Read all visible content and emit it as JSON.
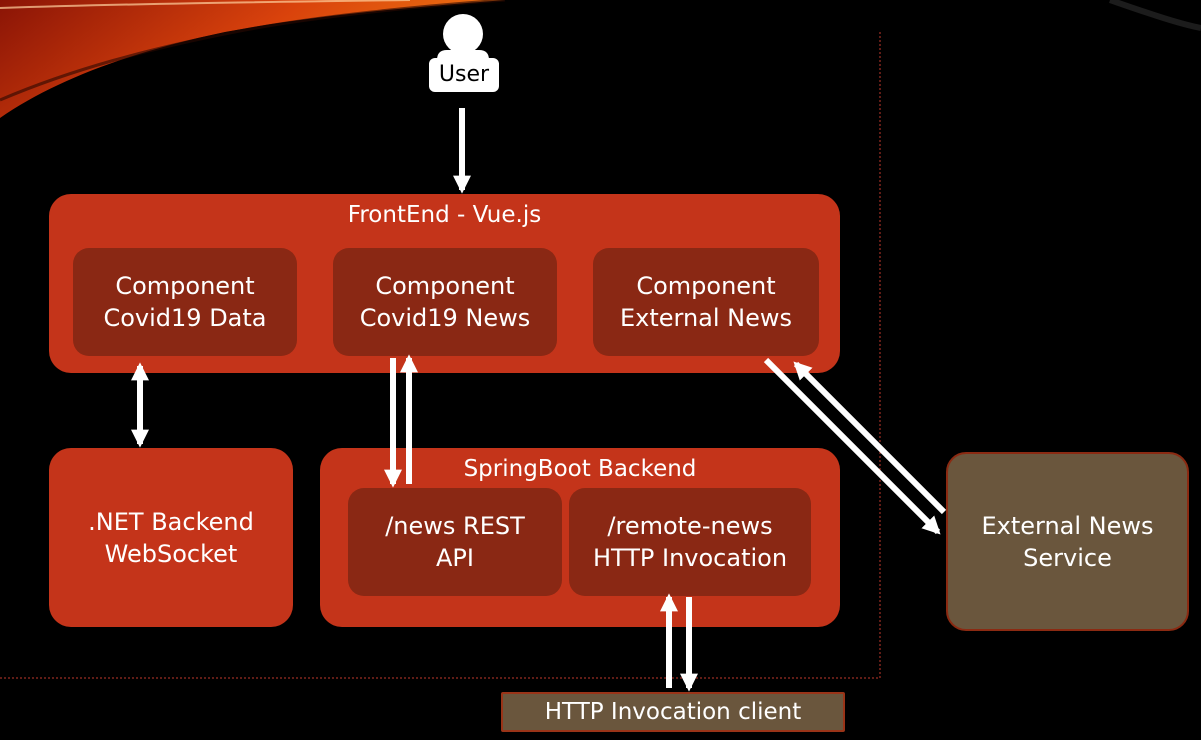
{
  "user": {
    "label": "User"
  },
  "frontend": {
    "title": "FrontEnd - Vue.js",
    "components": [
      {
        "lines": [
          "Component",
          "Covid19 Data"
        ]
      },
      {
        "lines": [
          "Component",
          "Covid19 News"
        ]
      },
      {
        "lines": [
          "Component",
          "External News"
        ]
      }
    ]
  },
  "dotnet_backend": {
    "lines": [
      ".NET Backend",
      "WebSocket"
    ]
  },
  "springboot": {
    "title": "SpringBoot Backend",
    "modules": [
      {
        "lines": [
          "/news REST",
          "API"
        ]
      },
      {
        "lines": [
          "/remote-news",
          "HTTP Invocation"
        ]
      }
    ]
  },
  "external_service": {
    "lines": [
      "External News",
      "Service"
    ]
  },
  "http_client": {
    "label": "HTTP Invocation client"
  },
  "colors": {
    "background": "#000000",
    "container_fill": "#c4341a",
    "inner_fill": "#8a2814",
    "external_fill": "#6a563d",
    "arrow": "#ffffff",
    "boundary_line": "#c0392b"
  }
}
